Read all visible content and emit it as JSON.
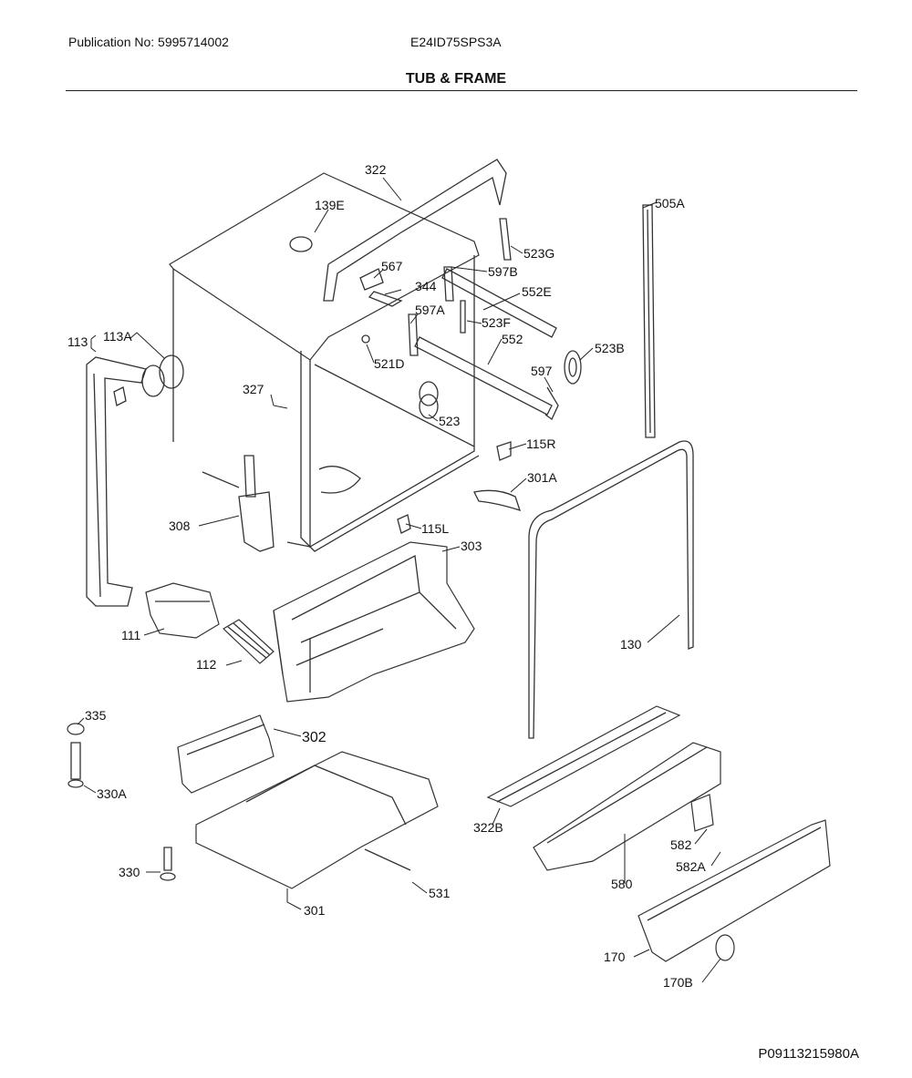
{
  "header": {
    "publication": "Publication No: 5995714002",
    "model": "E24ID75SPS3A",
    "title": "TUB & FRAME"
  },
  "footer": {
    "code": "P09113215980A"
  },
  "parts": {
    "p322": "322",
    "p139E": "139E",
    "p505A": "505A",
    "p523G": "523G",
    "p567": "567",
    "p597B": "597B",
    "p344": "344",
    "p552E": "552E",
    "p597A": "597A",
    "p523F": "523F",
    "p113": "113",
    "p113A": "113A",
    "p552": "552",
    "p523B": "523B",
    "p521D": "521D",
    "p597": "597",
    "p327": "327",
    "p523": "523",
    "p115R": "115R",
    "p301A": "301A",
    "p308": "308",
    "p115L": "115L",
    "p303": "303",
    "p111": "111",
    "p130": "130",
    "p112": "112",
    "p335": "335",
    "p302": "302",
    "p330A": "330A",
    "p322B": "322B",
    "p582": "582",
    "p582A": "582A",
    "p330": "330",
    "p531": "531",
    "p580": "580",
    "p301": "301",
    "p170": "170",
    "p170B": "170B"
  }
}
